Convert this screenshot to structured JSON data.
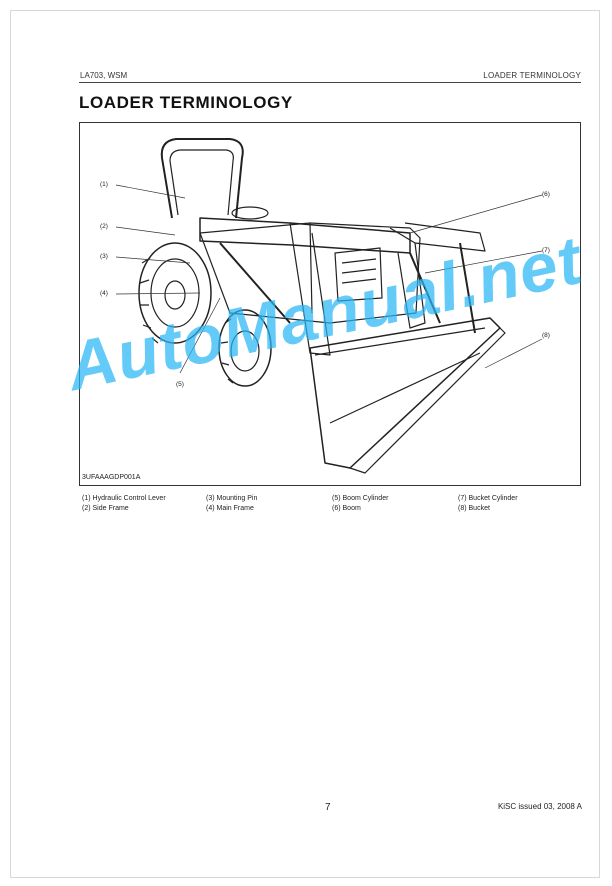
{
  "header": {
    "left": "LA703, WSM",
    "right": "LOADER TERMINOLOGY"
  },
  "title": "LOADER  TERMINOLOGY",
  "figure": {
    "code": "3UFAAAGDP001A",
    "callouts": [
      "(1)",
      "(2)",
      "(3)",
      "(4)",
      "(5)",
      "(6)",
      "(7)",
      "(8)"
    ]
  },
  "legend": [
    {
      "num": "(1)",
      "label": "Hydraulic Control Lever"
    },
    {
      "num": "(2)",
      "label": "Side Frame"
    },
    {
      "num": "(3)",
      "label": "Mounting Pin"
    },
    {
      "num": "(4)",
      "label": "Main Frame"
    },
    {
      "num": "(5)",
      "label": "Boom Cylinder"
    },
    {
      "num": "(6)",
      "label": "Boom"
    },
    {
      "num": "(7)",
      "label": "Bucket Cylinder"
    },
    {
      "num": "(8)",
      "label": "Bucket"
    }
  ],
  "watermark": "AutoManual.net",
  "footer": {
    "page_number": "7",
    "issued": "KiSC issued 03, 2008 A"
  }
}
